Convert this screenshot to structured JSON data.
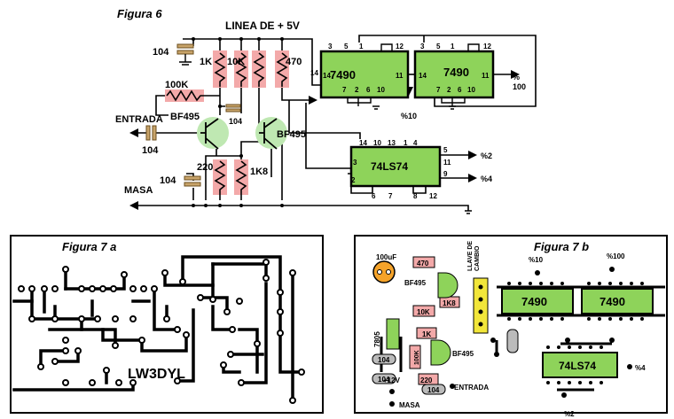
{
  "figure6": {
    "title": "Figura 6",
    "rail": "LINEA DE + 5V",
    "cap_top": "104",
    "r_1k": "1K",
    "r_10k": "10K",
    "r_470": "470",
    "r_100k": "100K",
    "q1": "BF495",
    "q2": "BF495",
    "cap_mid": "104",
    "entrada": "ENTRADA",
    "cap_in": "104",
    "r_220": "220",
    "r_1k8": "1K8",
    "cap_bot": "104",
    "masa": "MASA",
    "ic1": {
      "name": "7490",
      "pins": [
        "3",
        "5",
        "1",
        "12",
        "14",
        "11",
        "7",
        "2",
        "6",
        "10"
      ]
    },
    "ic2": {
      "name": "7490",
      "pins": [
        "3",
        "5",
        "1",
        "12",
        "14",
        "11",
        "7",
        "2",
        "6",
        "10"
      ]
    },
    "ic3": {
      "name": "74LS74",
      "pins": [
        "14",
        "10",
        "13",
        "1",
        "4",
        "3",
        "5",
        "11",
        "9",
        "2",
        "6",
        "7",
        "8",
        "12"
      ]
    },
    "pin14_label": "14",
    "out_pct10": "%10",
    "out_pct100_a": "%",
    "out_pct100_b": "100",
    "out_pct2": "%2",
    "out_pct4": "%4"
  },
  "figure7a": {
    "title": "Figura 7 a",
    "callsign": "LW3DYL"
  },
  "figure7b": {
    "title": "Figura 7 b",
    "cap_100uf": "100uF",
    "r_470": "470",
    "q1": "BF495",
    "r_10k": "10K",
    "r_1k8": "1K8",
    "reg": "7805",
    "r_1k": "1K",
    "r_100k": "100K",
    "q2": "BF495",
    "cap_104_a": "104",
    "cap_104_b": "104",
    "cap_104_c": "104",
    "r_220": "220",
    "plus12": "+12V",
    "masa": "MASA",
    "entrada": "ENTRADA",
    "switch_1": "LLAVE DE",
    "switch_2": "CAMBIO",
    "ic1": "7490",
    "ic2": "7490",
    "ic3": "74LS74",
    "pct10": "%10",
    "pct100": "%100",
    "pct4": "%4",
    "pct2": "%2"
  },
  "colors": {
    "ic_green": "#8ed35a",
    "resistor_pink": "#f3a9a9",
    "transistor_green": "#bfe8b2",
    "cap_tan": "#c8a46a",
    "pcb_yellow": "#f2e63a",
    "orange": "#f5a32a"
  }
}
